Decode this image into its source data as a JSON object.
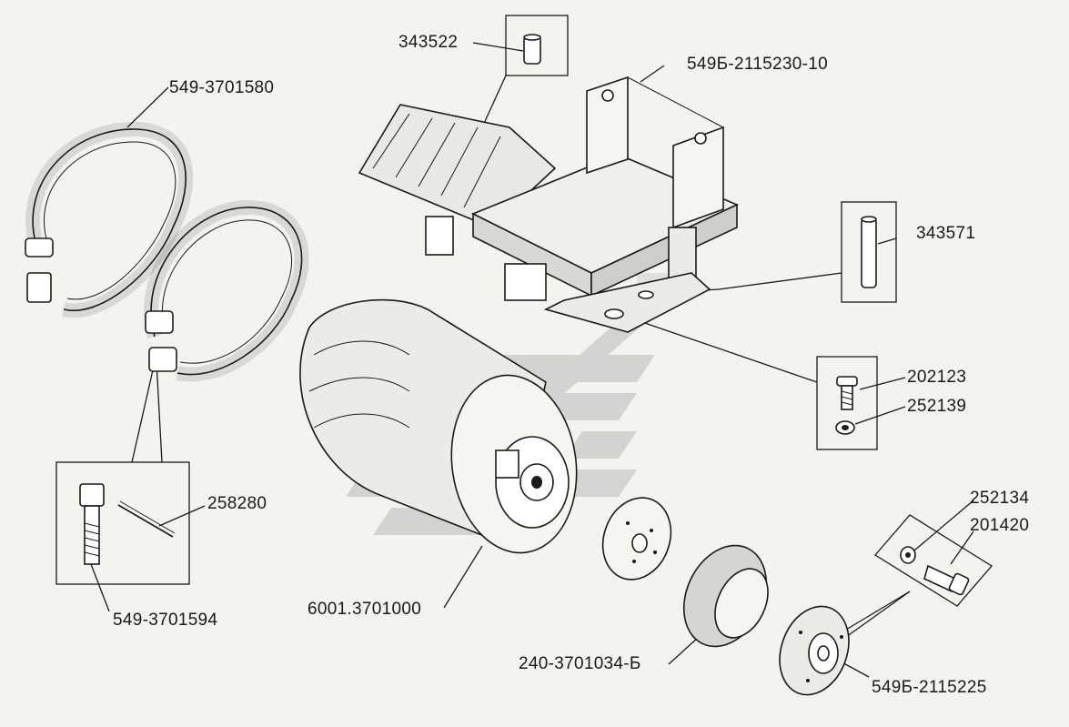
{
  "labels": {
    "p343522": "343522",
    "p549_2115230_10": "549Б-2115230-10",
    "p549_3701580": "549-3701580",
    "p343571": "343571",
    "p202123": "202123",
    "p252139": "252139",
    "p258280": "258280",
    "p549_3701594": "549-3701594",
    "p6001_3701000": "6001.3701000",
    "p252134": "252134",
    "p201420": "201420",
    "p240_3701034_B": "240-3701034-Б",
    "p549_2115225": "549Б-2115225"
  },
  "colors": {
    "ink": "#1a1a1a",
    "paper": "#f4f3ee",
    "watermark": "#c9c9c9"
  }
}
